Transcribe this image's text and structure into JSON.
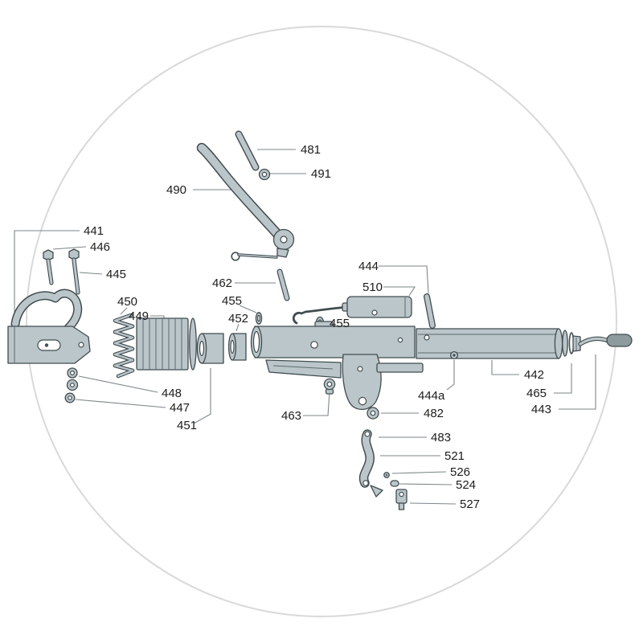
{
  "title": "exploded-parts-diagram-trailer-coupling",
  "colors": {
    "part_fill": "#bac6ca",
    "part_stroke": "#414c4f",
    "leader": "#7e8689",
    "label": "#1c1c1a",
    "background": "#ffffff",
    "watermark_circle": "#d9d9d9"
  },
  "parts": {
    "p481": {
      "label": "481"
    },
    "p491": {
      "label": "491"
    },
    "p490": {
      "label": "490"
    },
    "p441": {
      "label": "441"
    },
    "p446": {
      "label": "446"
    },
    "p445": {
      "label": "445"
    },
    "p462": {
      "label": "462"
    },
    "p444": {
      "label": "444"
    },
    "p510": {
      "label": "510"
    },
    "p450": {
      "label": "450"
    },
    "p455a": {
      "label": "455"
    },
    "p449": {
      "label": "449"
    },
    "p452": {
      "label": "452"
    },
    "p455b": {
      "label": "455"
    },
    "p448": {
      "label": "448"
    },
    "p447": {
      "label": "447"
    },
    "p451": {
      "label": "451"
    },
    "p463": {
      "label": "463"
    },
    "p442": {
      "label": "442"
    },
    "p444a": {
      "label": "444a"
    },
    "p465": {
      "label": "465"
    },
    "p443": {
      "label": "443"
    },
    "p482": {
      "label": "482"
    },
    "p483": {
      "label": "483"
    },
    "p521": {
      "label": "521"
    },
    "p526": {
      "label": "526"
    },
    "p524": {
      "label": "524"
    },
    "p527": {
      "label": "527"
    }
  }
}
